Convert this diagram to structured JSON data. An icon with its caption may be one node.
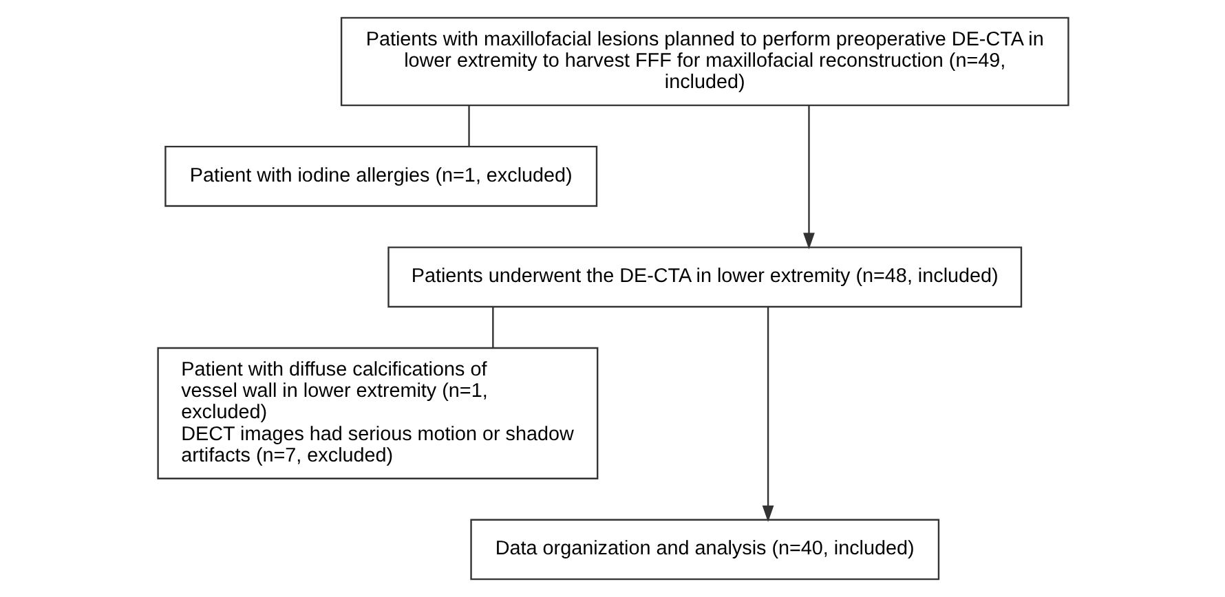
{
  "diagram": {
    "nodes": [
      {
        "text": [
          "Patients with maxillofacial lesions planned to perform preoperative DE-CTA in lower extremity to harvest FFF for maxillofacial reconstruction (n=49, included)"
        ]
      },
      {
        "text": [
          "Patient with iodine allergies (n=1, excluded)"
        ]
      },
      {
        "text": [
          "Patients underwent the DE-CTA in lower extremity (n=48, included)"
        ]
      },
      {
        "text": [
          "Patient with diffuse calcifications of vessel wall in lower extremity (n=1, excluded)",
          "DECT images had serious motion or shadow artifacts (n=7, excluded)"
        ]
      },
      {
        "text": [
          "Data organization and analysis (n=40, included)"
        ]
      }
    ],
    "edges": [
      {
        "from": 0,
        "to": 2,
        "arrow": "to"
      },
      {
        "from": 0,
        "to": 1,
        "arrow": "none"
      },
      {
        "from": 2,
        "to": 4,
        "arrow": "to"
      },
      {
        "from": 2,
        "to": 3,
        "arrow": "none"
      }
    ]
  }
}
